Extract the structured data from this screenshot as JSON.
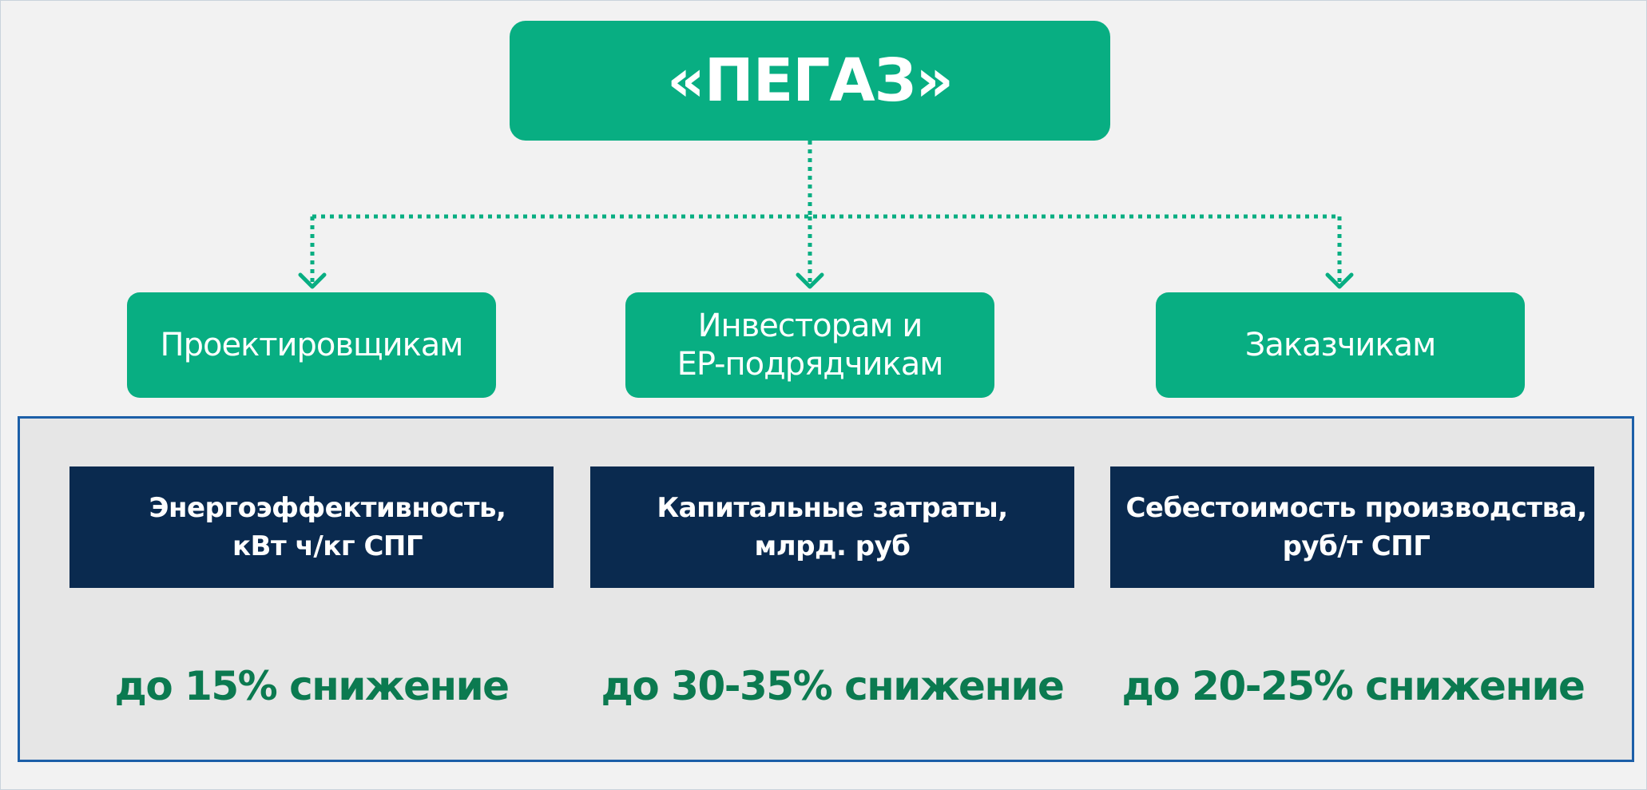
{
  "colors": {
    "green": "#08ae82",
    "navy": "#0a2a4f",
    "result_green": "#0b7a50",
    "panel_border": "#1c5fa8"
  },
  "root": {
    "title": "«ПЕГАЗ»"
  },
  "audiences": [
    {
      "label": "Проектировщикам"
    },
    {
      "label": "Инвесторам и\nEP-подрядчикам"
    },
    {
      "label": "Заказчикам"
    }
  ],
  "metrics": [
    {
      "label": "Энергоэффективность,\nкВт ч/кг СПГ",
      "result": "до 15% снижение"
    },
    {
      "label": "Капитальные затраты,\nмлрд. руб",
      "result": "до 30-35% снижение"
    },
    {
      "label": "Себестоимость производства,\nруб/т СПГ",
      "result": "до 20-25% снижение"
    }
  ]
}
